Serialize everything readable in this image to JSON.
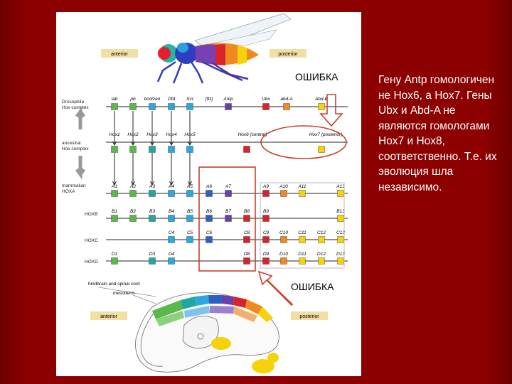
{
  "slide": {
    "text": "Гену Antp гомологичен не Hox6, а Hox7. Гены Ubx и Abd-A не являются гомологами Hox7 и Hox8, соответственно. Т.е. их эволюция шла независимо.",
    "error_label_top": "ОШИБКА",
    "error_label_bottom": "ОШИБКА"
  },
  "figure": {
    "fly_anterior": "anterior",
    "fly_posterior": "posterior",
    "mouse_anterior": "anterior",
    "mouse_posterior": "posterior",
    "row_labels": {
      "drosophila": "Drosophila\nHox complex",
      "ancestral": "ancestral\nHox complex",
      "mammalian": "mammalian\nHOXA",
      "hoxb": "HOXB",
      "hoxc": "HOXC",
      "hoxd": "HOXD"
    },
    "drosophila_genes": [
      "lab",
      "pb",
      "bcd/zen",
      "Dfd",
      "Scr",
      "(ftz)",
      "Antp",
      "Ubx",
      "abd-A",
      "Abd-B"
    ],
    "ancestral_genes": [
      "Hox1",
      "Hox2",
      "Hox3",
      "Hox4",
      "Hox5",
      "Hox6 (central)",
      "Hox7 (posterior)"
    ],
    "hoxa_genes": [
      "A1",
      "A2",
      "A3",
      "A4",
      "A5",
      "A6",
      "A7",
      "A9",
      "A10",
      "A11",
      "A13"
    ],
    "hoxb_genes": [
      "B1",
      "B2",
      "B3",
      "B4",
      "B5",
      "B6",
      "B7",
      "B8",
      "B9",
      "B13"
    ],
    "hoxc_genes": [
      "C4",
      "C5",
      "C6",
      "C8",
      "C9",
      "C10",
      "C11",
      "C12",
      "C13"
    ],
    "hoxd_genes": [
      "D1",
      "D3",
      "D4",
      "D8",
      "D9",
      "D10",
      "D11",
      "D12",
      "D13"
    ],
    "embryo_labels": {
      "hindbrain": "hindbrain and spinal cord",
      "mesoderm": "mesoderm"
    },
    "colors": {
      "green": "#5bb84a",
      "teal": "#1fa8a0",
      "cyan": "#29a9e0",
      "blue": "#2f5fbf",
      "purple": "#6a3fa8",
      "red": "#d8232a",
      "orange": "#f08a1e",
      "yellow": "#f5d20a",
      "highlight": "#c8402a"
    }
  }
}
